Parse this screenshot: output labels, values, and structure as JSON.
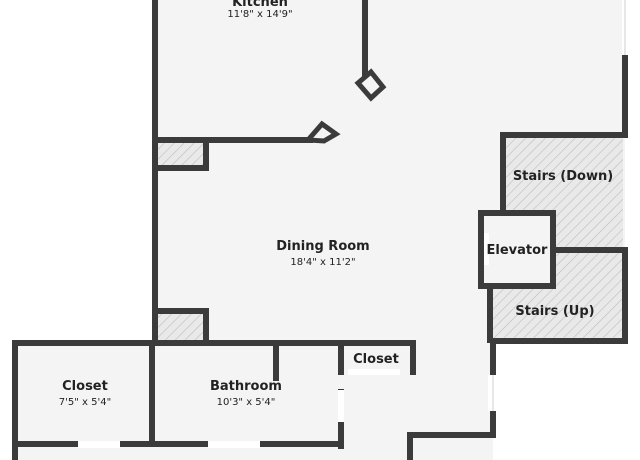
{
  "colors": {
    "wall": "#3b3b3b",
    "floor": "#f4f4f4",
    "stairs_floor": "#e9e9e9",
    "hatch": "#bdbdbd",
    "background": "#ffffff",
    "window": "#cfcfcf",
    "text": "#222222"
  },
  "rooms": {
    "kitchen": {
      "name": "Kitchen",
      "dims": "11'8\" x 14'9\""
    },
    "dining_room": {
      "name": "Dining Room",
      "dims": "18'4\" x 11'2\""
    },
    "stairs_down": {
      "name": "Stairs (Down)"
    },
    "elevator": {
      "name": "Elevator"
    },
    "stairs_up": {
      "name": "Stairs (Up)"
    },
    "closet_small": {
      "name": "Closet"
    },
    "closet_left": {
      "name": "Closet",
      "dims": "7'5\" x 5'4\""
    },
    "bathroom": {
      "name": "Bathroom",
      "dims": "10'3\" x 5'4\""
    }
  }
}
